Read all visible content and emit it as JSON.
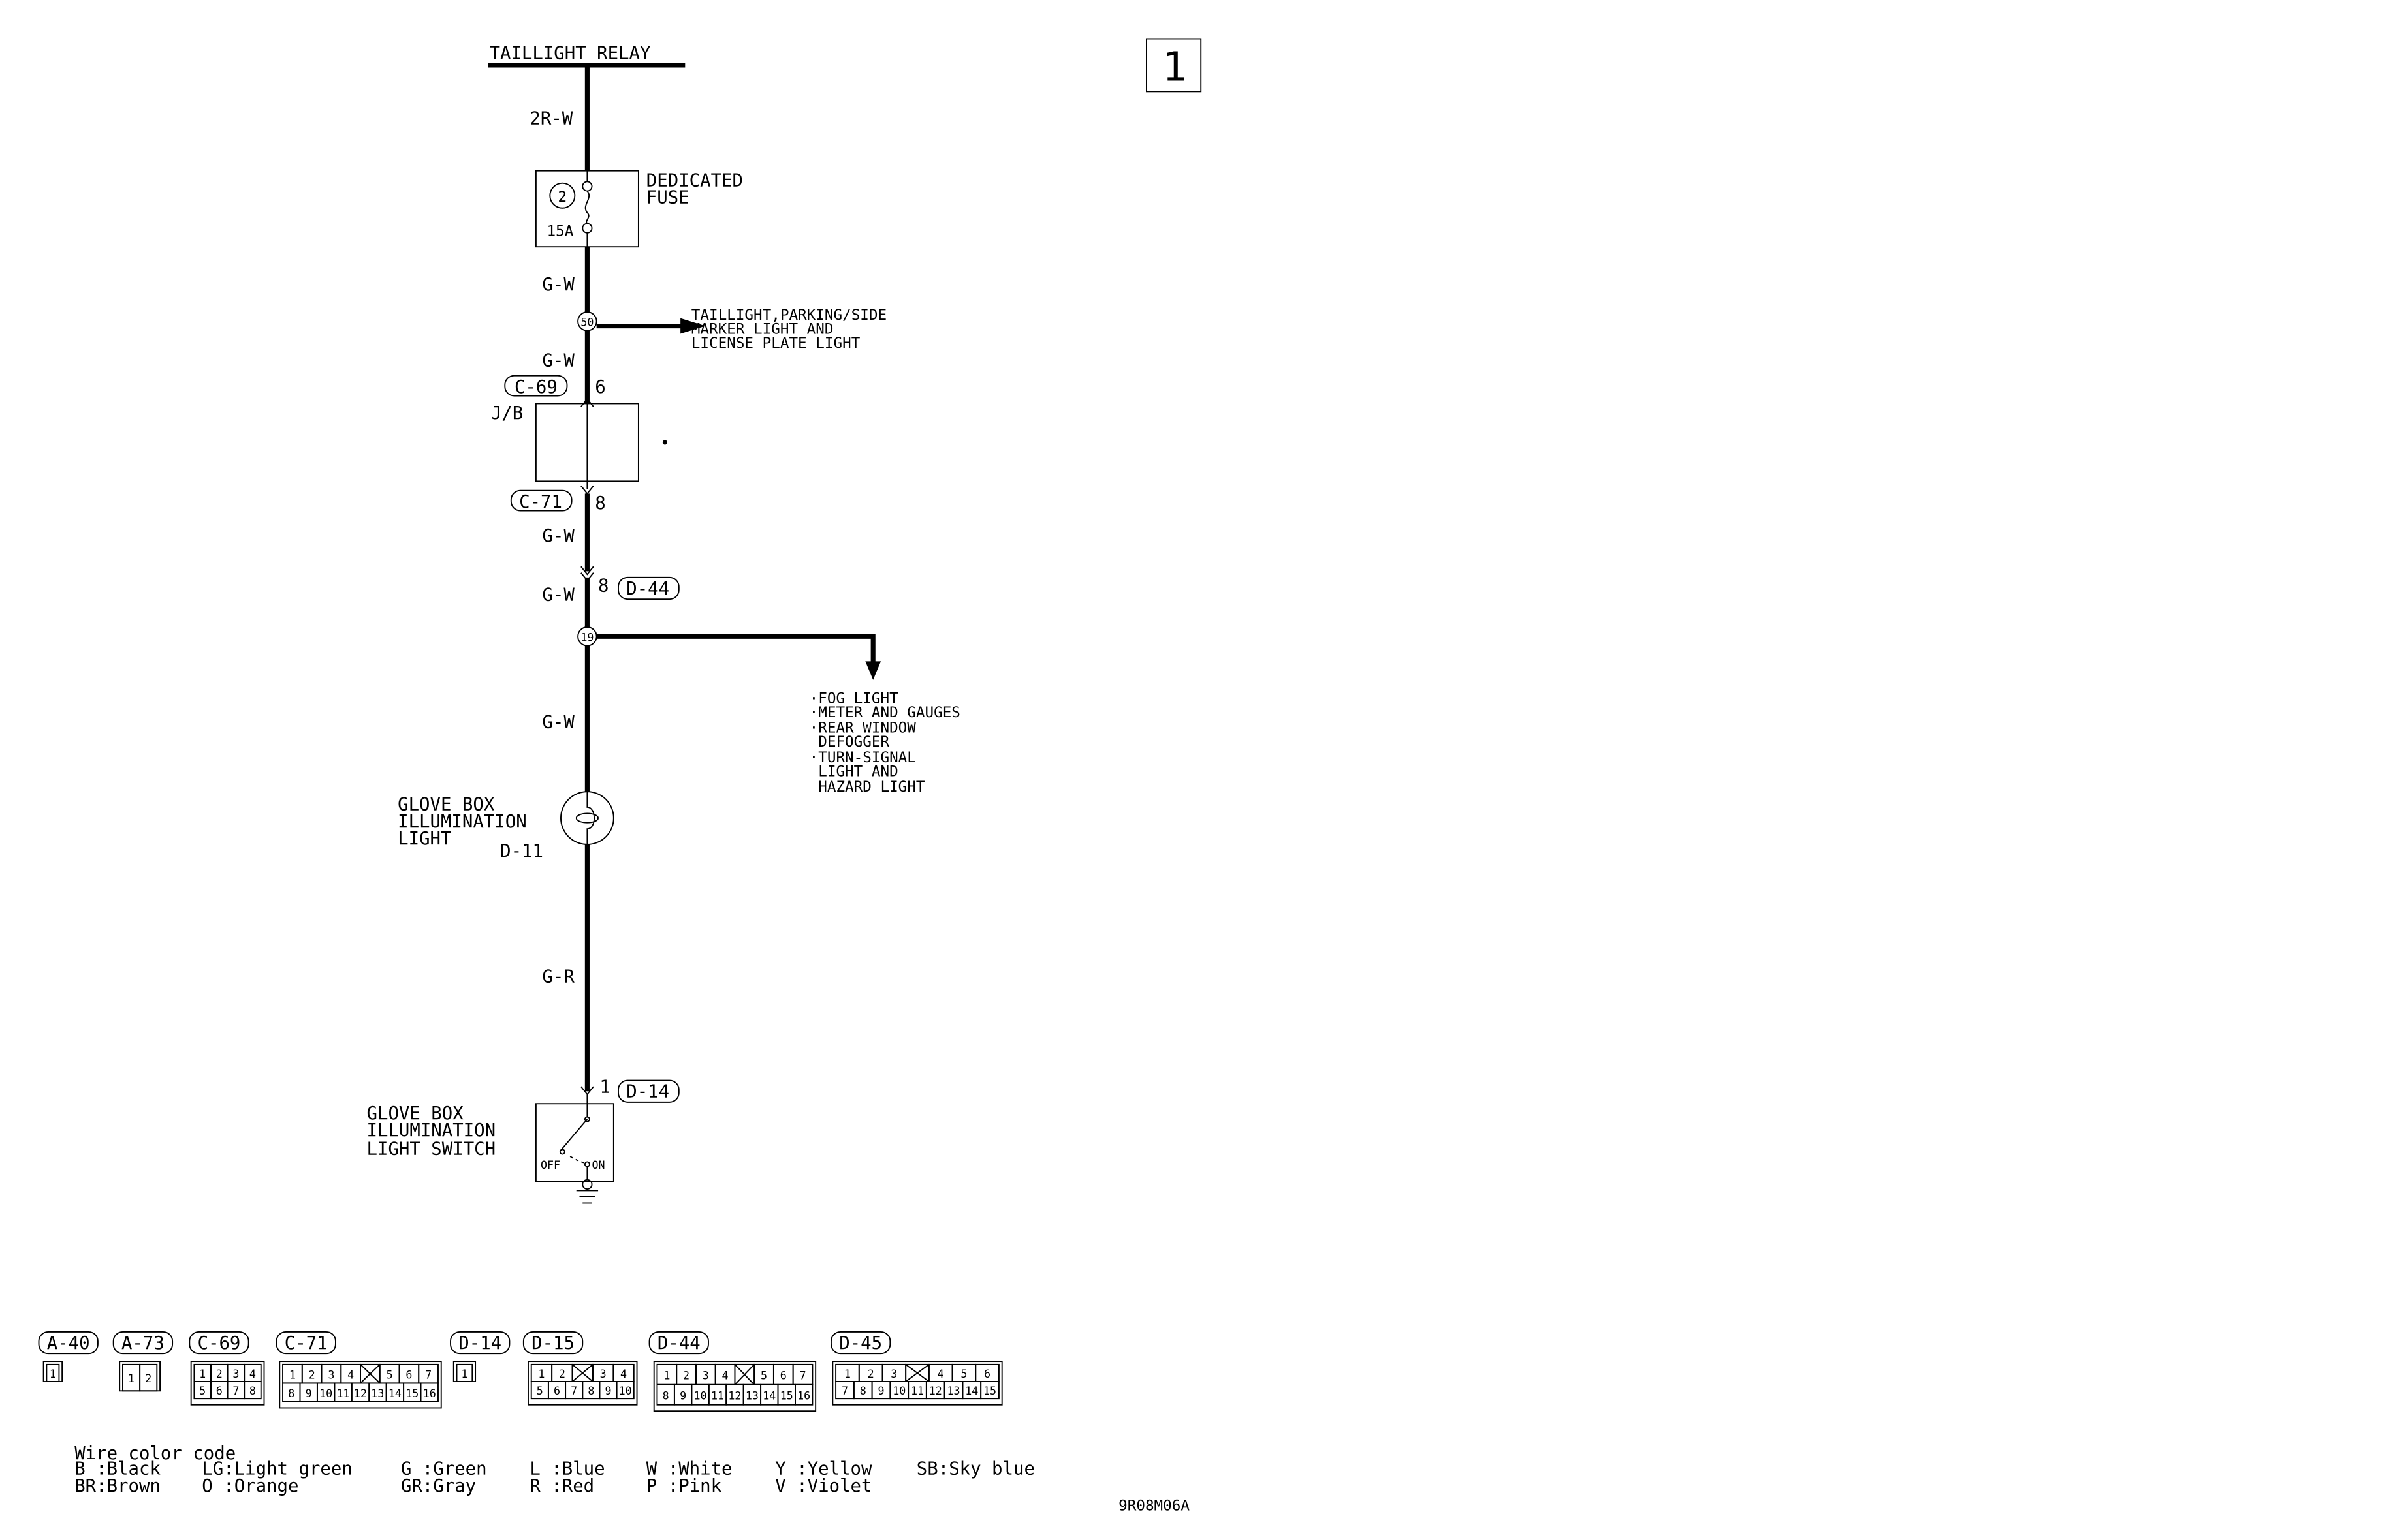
{
  "page_number": "1",
  "source": {
    "label": "TAILLIGHT RELAY",
    "wire": "2R-W"
  },
  "fuse": {
    "number": "2",
    "rating": "15A",
    "label_line1": "DEDICATED",
    "label_line2": "FUSE"
  },
  "wires": {
    "after_fuse": "G-W",
    "after_splice50": "G-W",
    "after_c71": "G-W",
    "before_d44": "G-W",
    "after_splice19": "G-W",
    "after_lamp": "G-R"
  },
  "splice50": {
    "number": "50",
    "dest": [
      "TAILLIGHT,PARKING/SIDE",
      "MARKER LIGHT AND",
      "LICENSE PLATE LIGHT"
    ]
  },
  "junction_block": {
    "label": "J/B",
    "in_connector": "C-69",
    "in_pin": "6",
    "out_connector": "C-71",
    "out_pin": "8"
  },
  "d44": {
    "connector": "D-44",
    "pin": "8"
  },
  "splice19": {
    "number": "19",
    "dest": [
      "·FOG LIGHT",
      "·METER AND GAUGES",
      "·REAR WINDOW",
      " DEFOGGER",
      "·TURN-SIGNAL",
      " LIGHT AND",
      " HAZARD LIGHT"
    ]
  },
  "lamp": {
    "label": [
      "GLOVE BOX",
      "ILLUMINATION",
      "LIGHT"
    ],
    "connector": "D-11"
  },
  "switch": {
    "label": [
      "GLOVE BOX",
      "ILLUMINATION",
      "LIGHT SWITCH"
    ],
    "connector": "D-14",
    "pin": "1",
    "off": "OFF",
    "on": "ON"
  },
  "connectors": [
    {
      "id": "A-40",
      "rows": [
        [
          "1"
        ]
      ]
    },
    {
      "id": "A-73",
      "rows": [
        [
          "1",
          "2"
        ]
      ]
    },
    {
      "id": "C-69",
      "rows": [
        [
          "1",
          "2",
          "3",
          "4"
        ],
        [
          "5",
          "6",
          "7",
          "8"
        ]
      ]
    },
    {
      "id": "C-71",
      "rows": [
        [
          "1",
          "2",
          "3",
          "4",
          null,
          "5",
          "6",
          "7"
        ],
        [
          "8",
          "9",
          "10",
          "11",
          "12",
          "13",
          "14",
          "15",
          "16"
        ]
      ]
    },
    {
      "id": "D-14",
      "rows": [
        [
          "1"
        ]
      ]
    },
    {
      "id": "D-15",
      "rows": [
        [
          "1",
          "2",
          null,
          "3",
          "4"
        ],
        [
          "5",
          "6",
          "7",
          "8",
          "9",
          "10"
        ]
      ]
    },
    {
      "id": "D-44",
      "rows": [
        [
          "1",
          "2",
          "3",
          "4",
          null,
          "5",
          "6",
          "7"
        ],
        [
          "8",
          "9",
          "10",
          "11",
          "12",
          "13",
          "14",
          "15",
          "16"
        ]
      ]
    },
    {
      "id": "D-45",
      "rows": [
        [
          "1",
          "2",
          "3",
          null,
          "4",
          "5",
          "6"
        ],
        [
          "7",
          "8",
          "9",
          "10",
          "11",
          "12",
          "13",
          "14",
          "15"
        ]
      ]
    }
  ],
  "wire_color_code": {
    "title": "Wire color code",
    "row1": [
      "B :Black",
      "LG:Light green",
      "G :Green",
      "L :Blue",
      "W :White",
      "Y :Yellow",
      "SB:Sky blue"
    ],
    "row2": [
      "BR:Brown",
      "O :Orange",
      "GR:Gray",
      "R :Red",
      "P :Pink",
      "V :Violet"
    ]
  },
  "figure_code": "9R08M06A"
}
